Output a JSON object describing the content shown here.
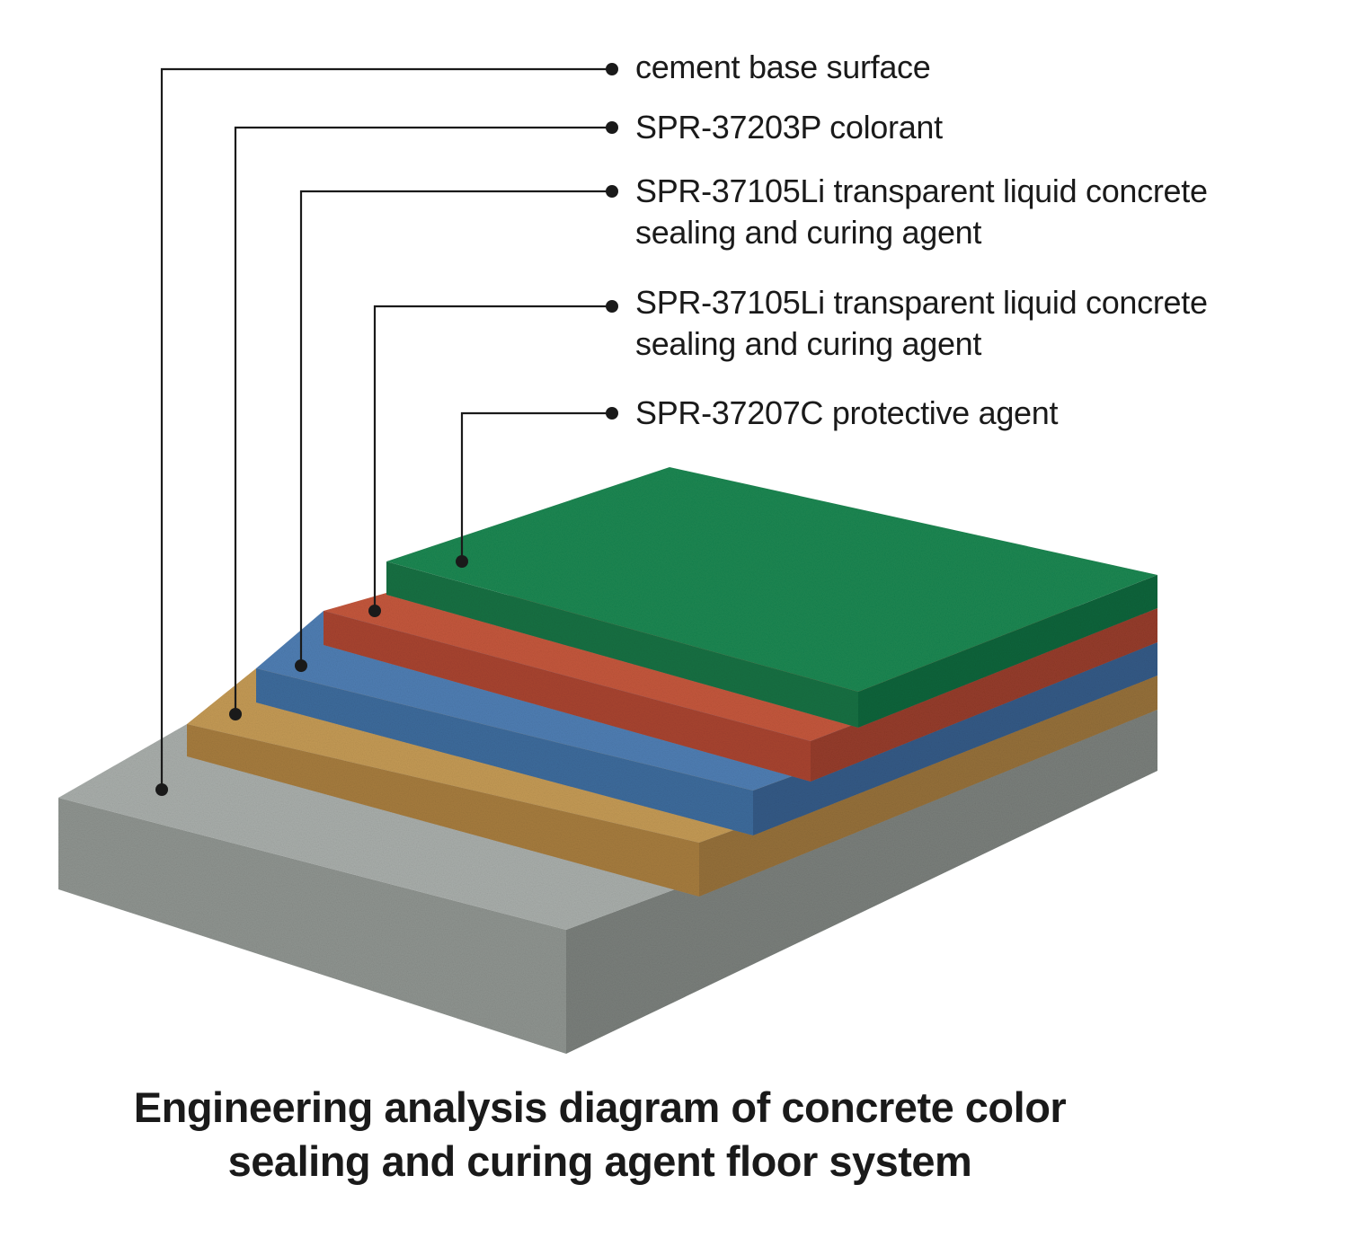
{
  "layers": [
    {
      "id": "cement",
      "label": "cement base surface",
      "top_color": "#a9aeab",
      "front_color": "#8f9490",
      "side_color": "#7a7f7b"
    },
    {
      "id": "colorant",
      "label": "SPR-37203P colorant",
      "top_color": "#c49a55",
      "front_color": "#a67c3e",
      "side_color": "#95703a"
    },
    {
      "id": "sealer1",
      "label": "SPR-37105Li transparent liquid concrete\nsealing and curing agent",
      "top_color": "#4f7eb3",
      "front_color": "#3d6b9c",
      "side_color": "#345a86"
    },
    {
      "id": "sealer2",
      "label": "SPR-37105Li transparent liquid concrete\nsealing and curing agent",
      "top_color": "#c4573c",
      "front_color": "#a84430",
      "side_color": "#953c2b"
    },
    {
      "id": "protective",
      "label": "SPR-37207C protective agent",
      "top_color": "#1b8752",
      "front_color": "#157043",
      "side_color": "#11643b"
    }
  ],
  "caption": "Engineering analysis diagram of concrete color\nsealing and curing agent floor system",
  "colors": {
    "leader_line": "#1a1a1a",
    "text": "#1a1a1a",
    "background": "#ffffff"
  }
}
